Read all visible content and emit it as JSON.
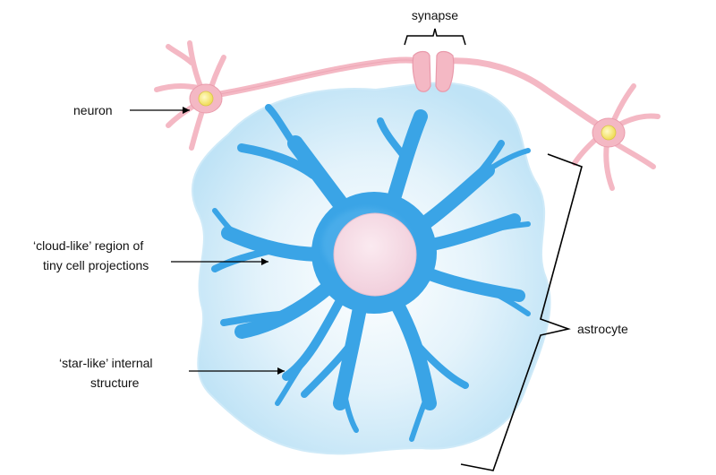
{
  "labels": {
    "synapse": "synapse",
    "neuron": "neuron",
    "cloud_line1": "‘cloud-like’ region of",
    "cloud_line2": "tiny cell projections",
    "star_line1": "‘star-like’ internal",
    "star_line2": "structure",
    "astrocyte": "astrocyte"
  },
  "colors": {
    "neuron_body": "#f4b8c4",
    "neuron_nucleus": "#f5e97a",
    "astrocyte_star": "#3aa4e6",
    "astrocyte_cloud": "#bfe3f6",
    "astrocyte_nucleus": "#f5d6e1",
    "annotation_line": "#000000"
  }
}
